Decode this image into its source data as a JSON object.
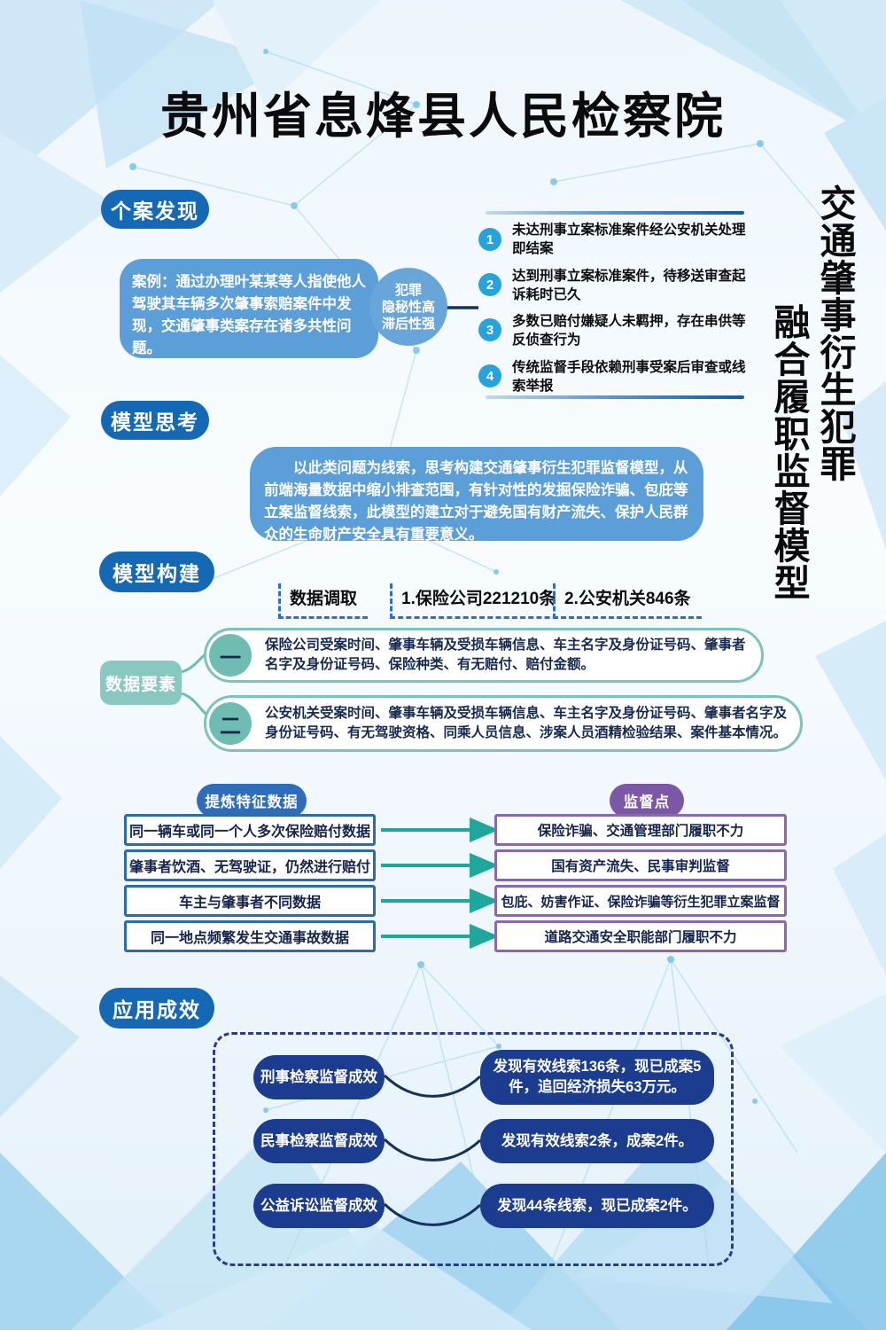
{
  "header": {
    "org_title": "贵州省息烽县人民检察院"
  },
  "side_title": {
    "line1": "交通肇事衍生犯罪",
    "line2": "融合履职监督模型"
  },
  "case_discovery": {
    "label": "个案发现",
    "case_text": "案例：通过办理叶某某等人指使他人驾驶其车辆多次肇事索赔案件中发现，交通肇事类案存在诸多共性问题。",
    "hub": {
      "line1": "犯罪",
      "line2": "隐秘性高",
      "line3": "滞后性强"
    },
    "issues": [
      {
        "num": "1",
        "text": "未达刑事立案标准案件经公安机关处理即结案"
      },
      {
        "num": "2",
        "text": "达到刑事立案标准案件，待移送审查起诉耗时已久"
      },
      {
        "num": "3",
        "text": "多数已赔付嫌疑人未羁押，存在串供等反侦查行为"
      },
      {
        "num": "4",
        "text": "传统监督手段依赖刑事受案后审查或线索举报"
      }
    ]
  },
  "model_thinking": {
    "label": "模型思考",
    "text": "以此类问题为线索，思考构建交通肇事衍生犯罪监督模型，从前端海量数据中缩小排查范围，有针对性的发掘保险诈骗、包庇等立案监督线索，此模型的建立对于避免国有财产流失、保护人民群众的生命财产安全具有重要意义。"
  },
  "model_building": {
    "label": "模型构建",
    "retrieval": {
      "label": "数据调取",
      "item1": "1.保险公司221210条",
      "item2": "2.公安机关846条"
    },
    "elements": {
      "label": "数据要素",
      "items": [
        {
          "num": "一",
          "text": "保险公司受案时间、肇事车辆及受损车辆信息、车主名字及身份证号码、肇事者名字及身份证号码、保险种类、有无赔付、赔付金额。"
        },
        {
          "num": "二",
          "text": "公安机关受案时间、肇事车辆及受损车辆信息、车主名字及身份证号码、肇事者名字及身份证号码、有无驾驶资格、同乘人员信息、涉案人员酒精检验结果、案件基本情况。"
        }
      ]
    },
    "features": {
      "left_label": "提炼特征数据",
      "right_label": "监督点",
      "rows": [
        {
          "feature": "同一辆车或同一个人多次保险赔付数据",
          "point": "保险诈骗、交通管理部门履职不力"
        },
        {
          "feature": "肇事者饮酒、无驾驶证，仍然进行赔付",
          "point": "国有资产流失、民事审判监督"
        },
        {
          "feature": "车主与肇事者不同数据",
          "point": "包庇、妨害作证、保险诈骗等衍生犯罪立案监督"
        },
        {
          "feature": "同一地点频繁发生交通事故数据",
          "point": "道路交通安全职能部门履职不力"
        }
      ]
    }
  },
  "results": {
    "label": "应用成效",
    "rows": [
      {
        "name": "刑事检察监督成效",
        "result": "发现有效线索136条，现已成案5件，追回经济损失63万元。"
      },
      {
        "name": "民事检察监督成效",
        "result": "发现有效线索2条，成案2件。"
      },
      {
        "name": "公益诉讼监督成效",
        "result": "发现44条线索，现已成案2件。"
      }
    ]
  },
  "colors": {
    "section_pill_blue": "#1568b4",
    "info_box_blue": "#5b9ed8",
    "number_badge_cyan": "#27a2dc",
    "teal": "#7cc3bb",
    "arrow_teal": "#1fa79b",
    "feature_pill_blue": "#2f6db8",
    "monitor_purple": "#7c57a6",
    "navy_box": "#1c3c8f",
    "dashed_frame_navy": "#2c3a8e"
  }
}
